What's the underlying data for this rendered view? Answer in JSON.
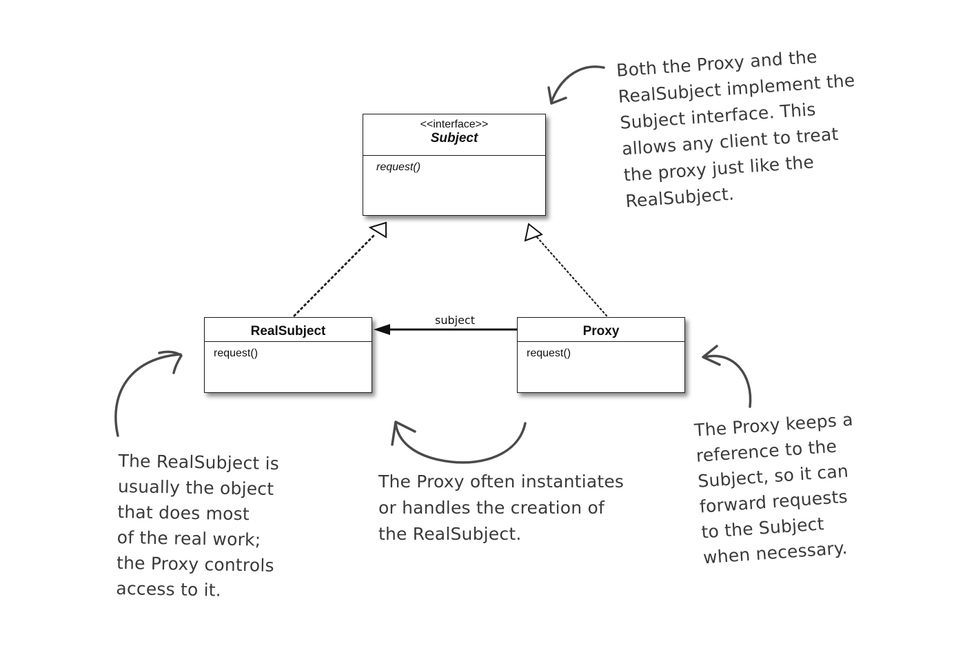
{
  "diagram": {
    "subject": {
      "stereotype": "<<interface>>",
      "name": "Subject",
      "method": "request()"
    },
    "real_subject": {
      "name": "RealSubject",
      "method": "request()"
    },
    "proxy": {
      "name": "Proxy",
      "method": "request()"
    },
    "association_label": "subject"
  },
  "notes": {
    "top_right": [
      "Both the Proxy and the",
      "RealSubject implement the",
      "Subject interface.  This",
      "allows any client to treat",
      "the proxy just like the",
      "RealSubject."
    ],
    "bottom_left": [
      "The RealSubject is",
      "usually the object",
      "that does most",
      "of the real work;",
      "the Proxy controls",
      "access to it."
    ],
    "bottom_center": [
      "The Proxy often instantiates",
      "or handles the creation of",
      "the RealSubject."
    ],
    "bottom_right": [
      "The Proxy keeps a",
      "reference to the",
      "Subject, so it can",
      "forward requests",
      "to the Subject",
      "when necessary."
    ]
  }
}
